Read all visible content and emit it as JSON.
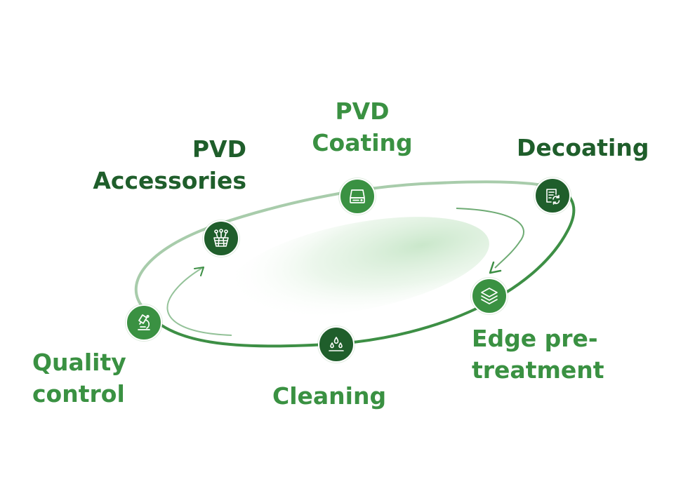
{
  "steps": [
    {
      "id": "pvd-accessories",
      "lines": [
        "PVD",
        "Accessories"
      ],
      "color": "#1f5e2b",
      "icon": "accessories-grid-icon"
    },
    {
      "id": "pvd-coating",
      "lines": [
        "PVD",
        "Coating"
      ],
      "color": "#3a9142",
      "icon": "drive-icon"
    },
    {
      "id": "decoating",
      "lines": [
        "Decoating"
      ],
      "color": "#1f5e2b",
      "icon": "document-recycle-icon"
    },
    {
      "id": "edge-pre-treatment",
      "lines": [
        "Edge pre-",
        "treatment"
      ],
      "color": "#3a9142",
      "icon": "layers-icon"
    },
    {
      "id": "cleaning",
      "lines": [
        "Cleaning"
      ],
      "color": "#3a9142",
      "icon": "droplets-icon"
    },
    {
      "id": "quality-control",
      "lines": [
        "Quality",
        "control"
      ],
      "color": "#3a9142",
      "icon": "microscope-icon"
    }
  ],
  "colors": {
    "dark_green": "#1f5e2b",
    "green": "#3a9142",
    "ring": "#3d8f45",
    "glow": "#cfe9d0"
  }
}
